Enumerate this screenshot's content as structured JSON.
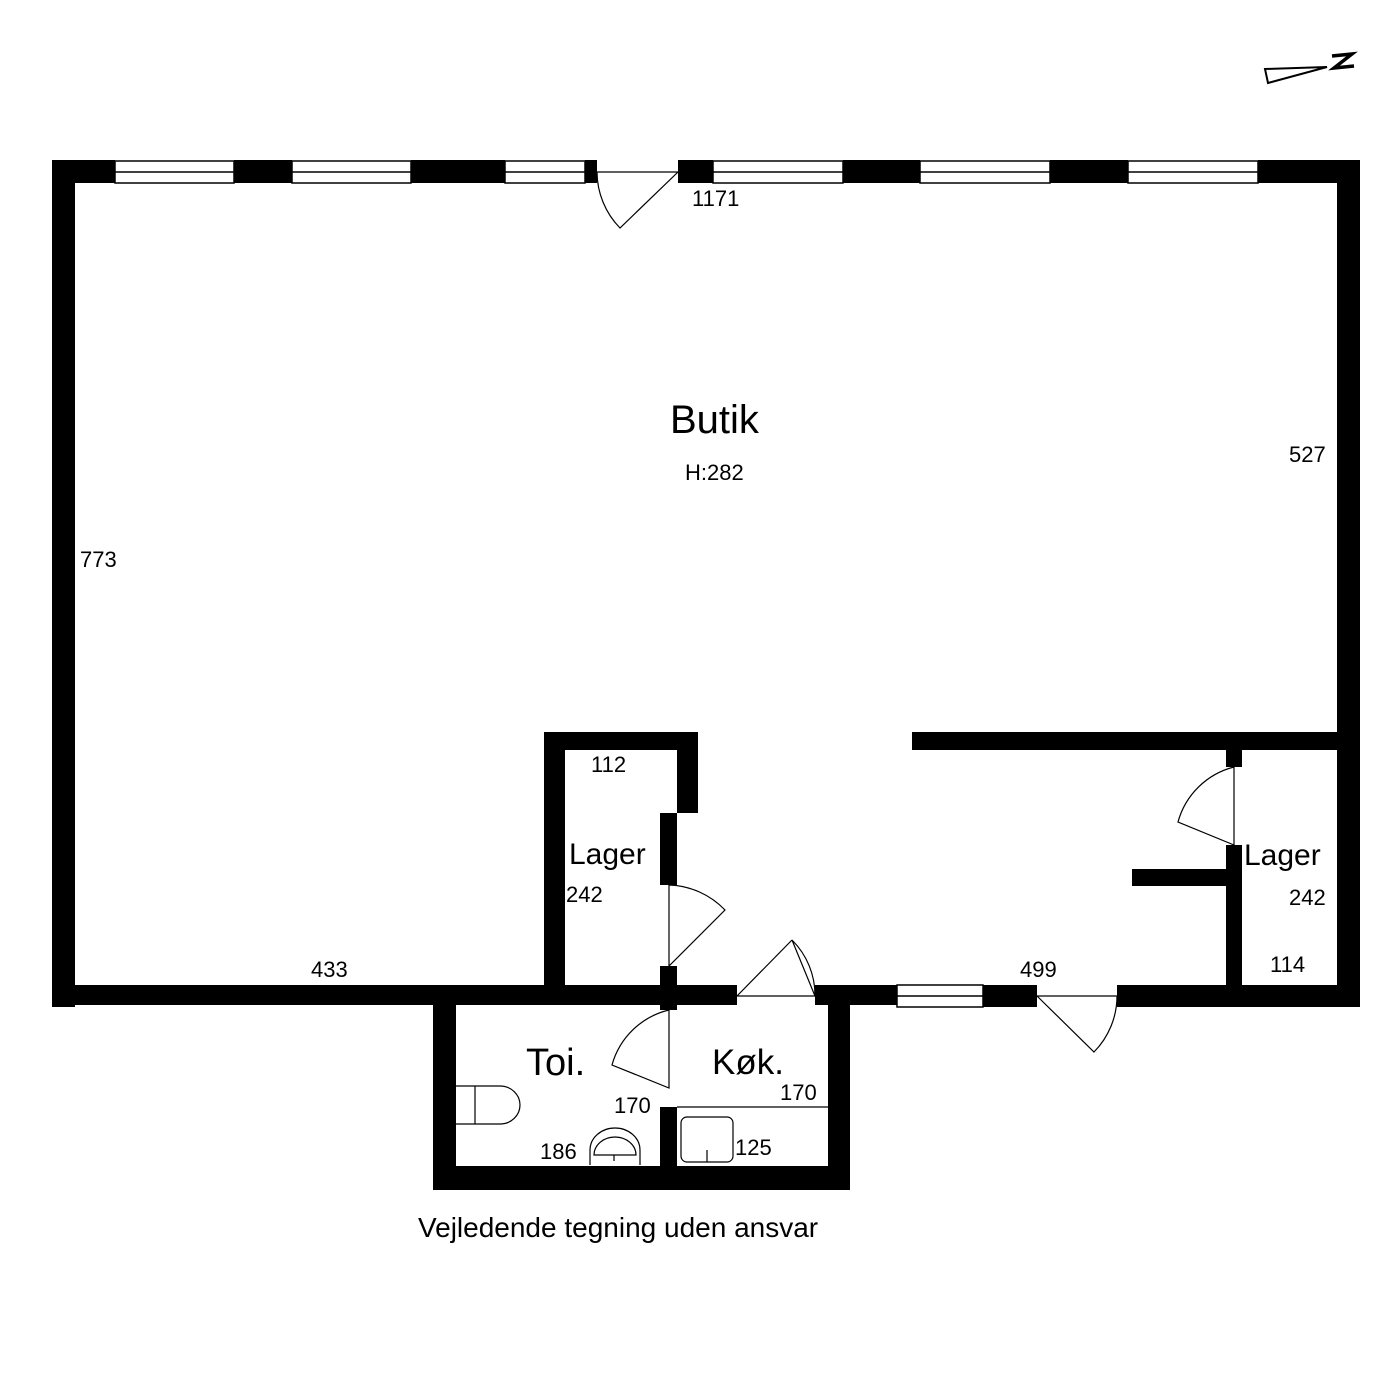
{
  "rooms": {
    "butik": {
      "name": "Butik",
      "height": "H:282"
    },
    "lager_left": {
      "name": "Lager",
      "width": "112",
      "length": "242"
    },
    "lager_right": {
      "name": "Lager",
      "width": "114",
      "length": "242"
    },
    "toilet": {
      "name": "Toi.",
      "width": "170",
      "length": "186"
    },
    "kitchen": {
      "name": "Køk.",
      "width": "170",
      "length": "125"
    }
  },
  "dimensions": {
    "top": "1171",
    "left": "773",
    "right": "527",
    "bottom_left": "433",
    "bottom_right": "499"
  },
  "compass": {
    "label": "N"
  },
  "footer": {
    "disclaimer": "Vejledende tegning uden ansvar"
  },
  "colors": {
    "wall": "#000000",
    "background": "#ffffff"
  }
}
